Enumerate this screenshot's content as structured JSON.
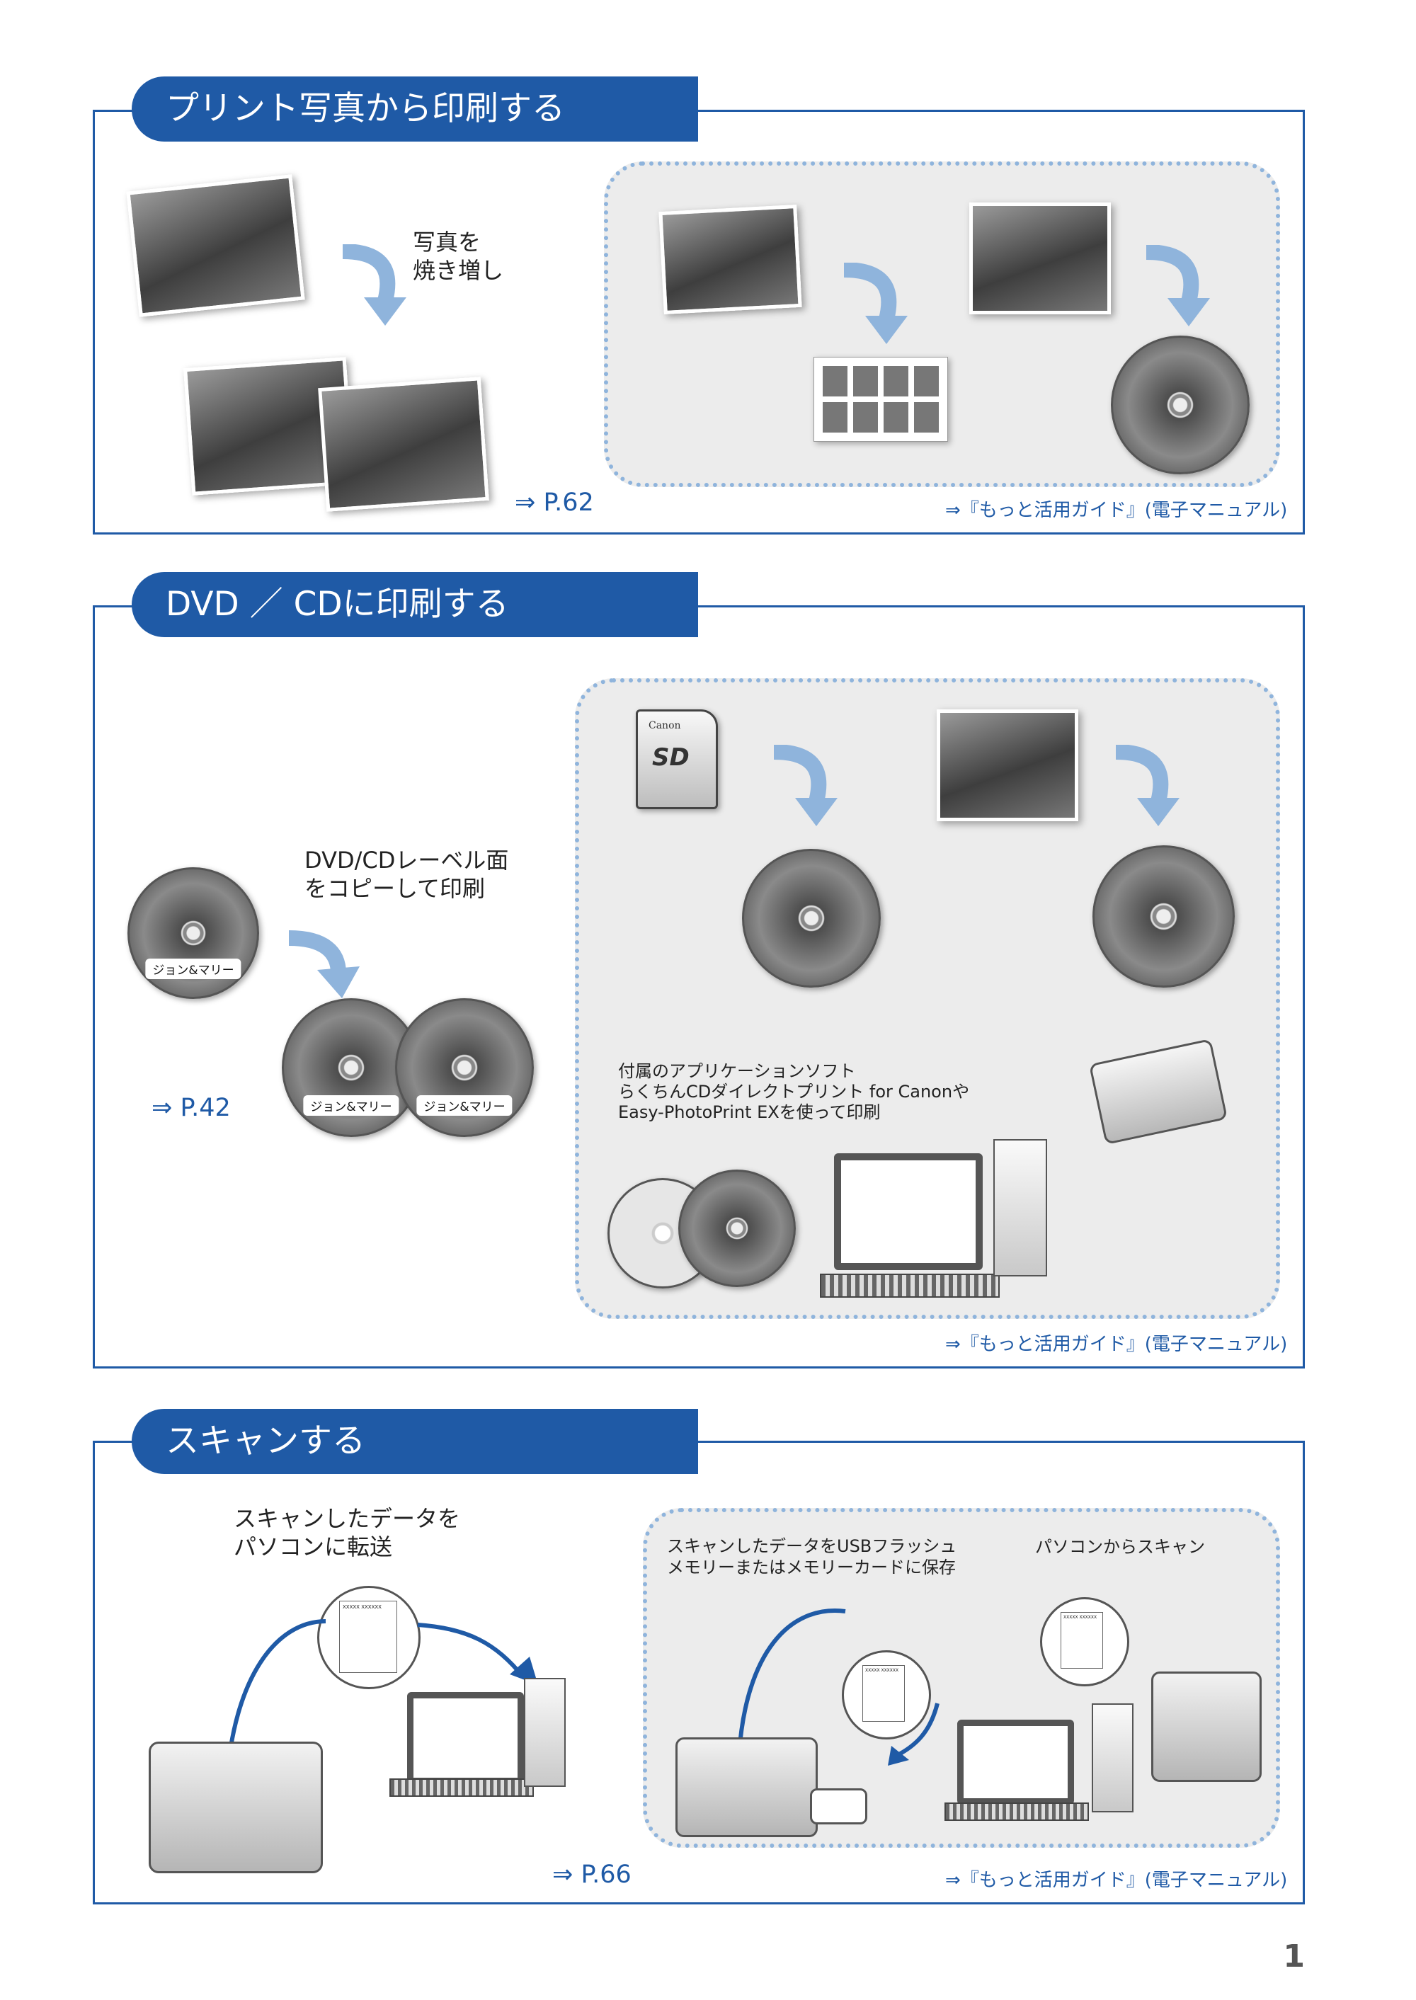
{
  "sections": {
    "print_photo": {
      "title": "プリント写真から印刷する",
      "caption": "写真を\n焼き増し",
      "ref_page": "⇒ P.62",
      "ref_manual": "⇒『もっと活用ガイド』(電子マニュアル)"
    },
    "dvd_cd": {
      "title": "DVD ／ CDに印刷する",
      "caption": "DVD/CDレーベル面\nをコピーして印刷",
      "disc_label": "ジョン&マリー",
      "software_text": "付属のアプリケーションソフト\nらくちんCDダイレクトプリント for Canonや\nEasy-PhotoPrint EXを使って印刷",
      "sd_brand": "Canon",
      "sd_logo": "SD",
      "ref_page": "⇒ P.42",
      "ref_manual": "⇒『もっと活用ガイド』(電子マニュアル)"
    },
    "scan": {
      "title": "スキャンする",
      "caption": "スキャンしたデータを\nパソコンに転送",
      "usb_text": "スキャンしたデータをUSBフラッシュ\nメモリーまたはメモリーカードに保存",
      "pc_text": "パソコンからスキャン",
      "doc_header": "XXXXX XXXXXX",
      "ref_page": "⇒ P.66",
      "ref_manual": "⇒『もっと活用ガイド』(電子マニュアル)"
    }
  },
  "page_number": "1",
  "colors": {
    "accent": "#1f5aa6",
    "panel": "#ececec",
    "dots": "#8fb4dc",
    "arrow": "#8fb4dc"
  }
}
